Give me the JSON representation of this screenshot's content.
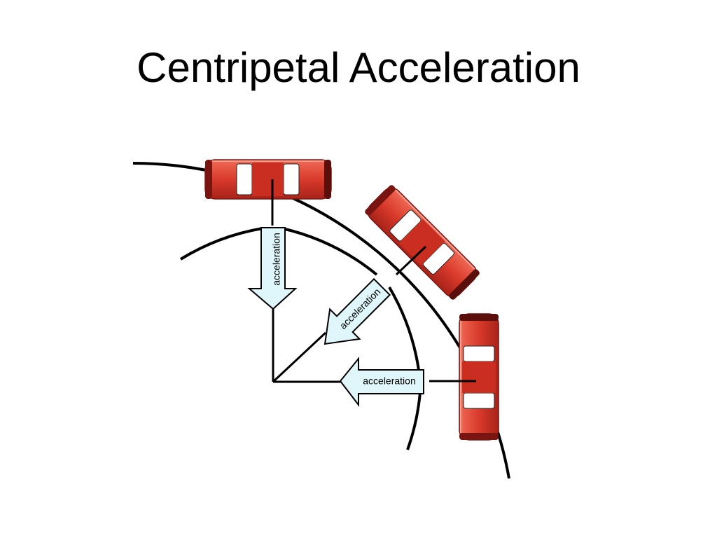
{
  "slide": {
    "title": "Centripetal Acceleration"
  },
  "diagram": {
    "label_top": "acceleration",
    "label_diagonal": "acceleration",
    "label_right": "acceleration",
    "colors": {
      "car_body": "#d93a2b",
      "car_dark": "#7a1410",
      "arrow_fill": "#dff7fb",
      "line": "#000000"
    }
  }
}
